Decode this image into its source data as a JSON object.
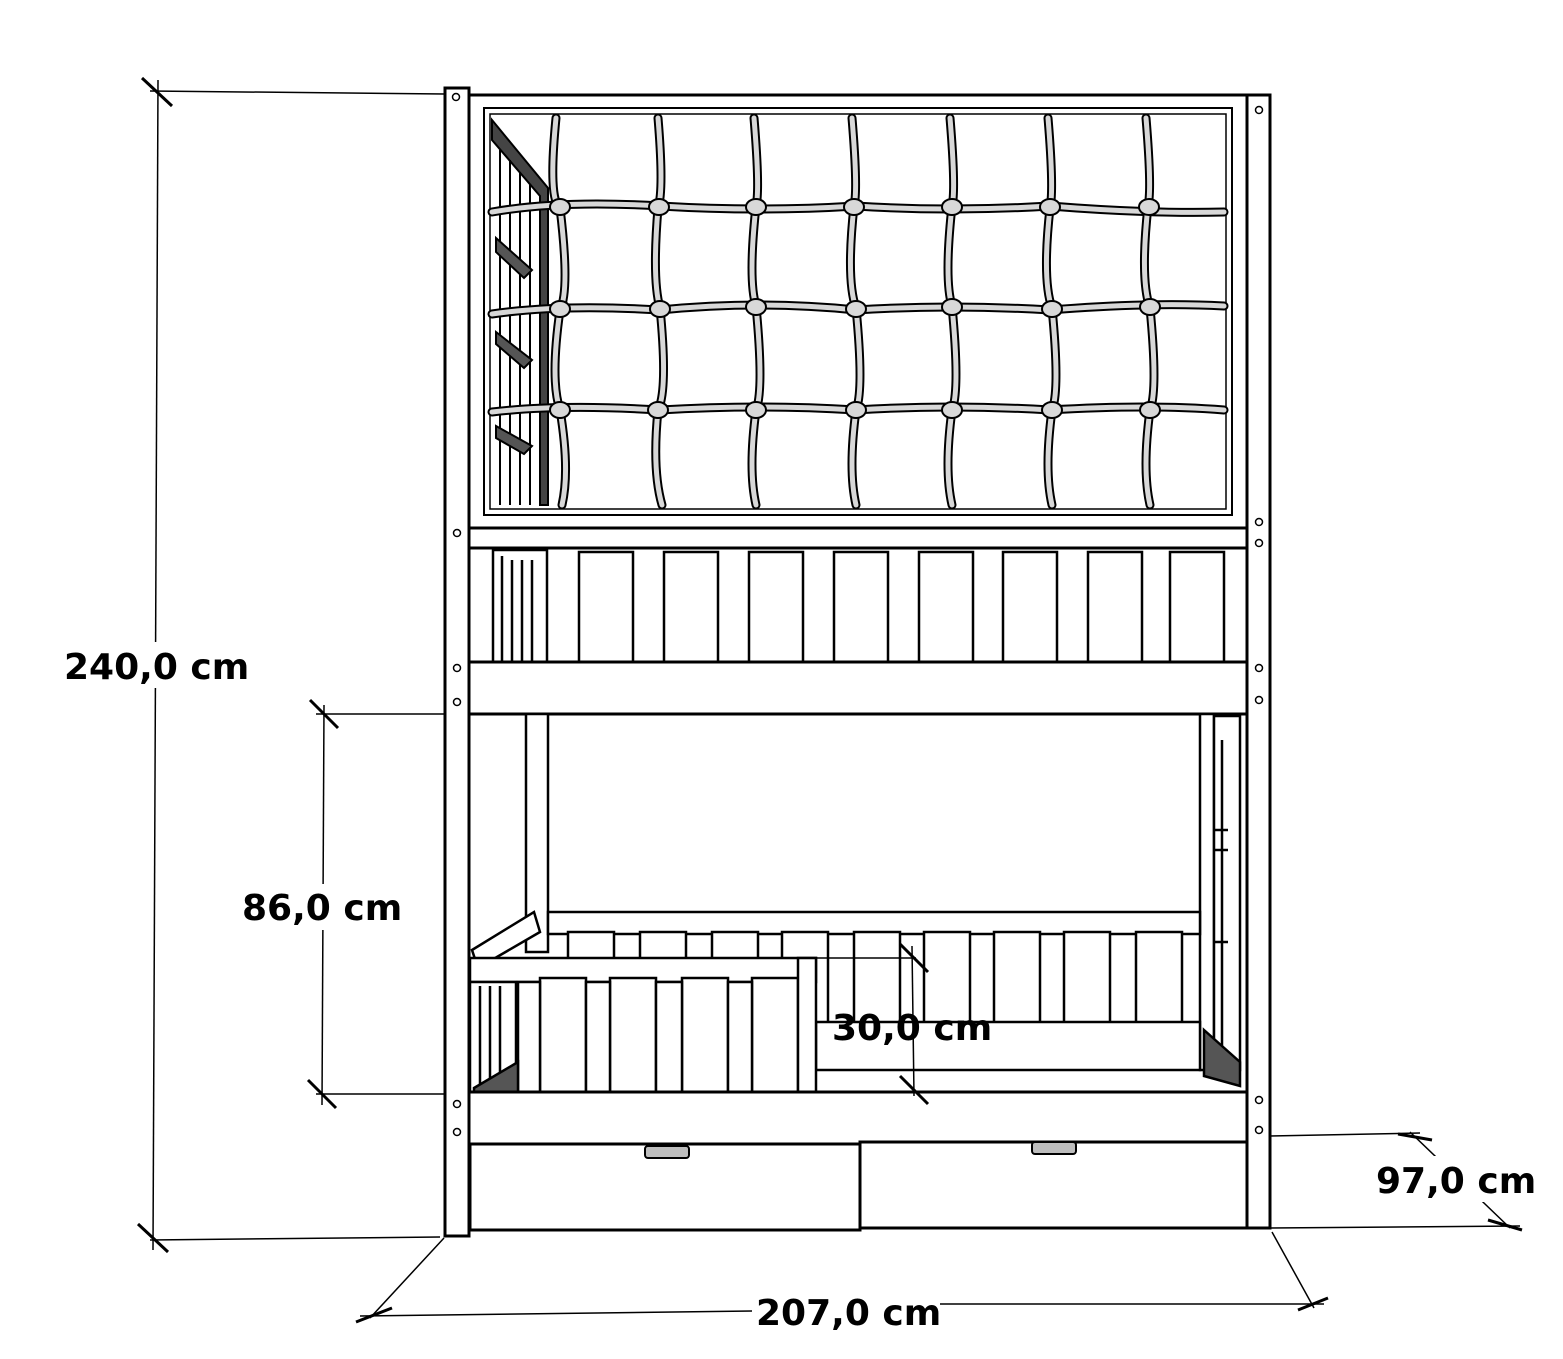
{
  "dimensions": {
    "total_height": "240,0 cm",
    "lower_bed_height": "86,0 cm",
    "guard_rail_height": "30,0 cm",
    "depth": "97,0 cm",
    "length": "207,0 cm"
  },
  "colors": {
    "line": "#000000",
    "fill": "#ffffff",
    "net": "#d8d8d8",
    "shadow": "#555555",
    "handle": "#bdbdbd"
  },
  "icons": {
    "climbing_net": "rope-net-icon",
    "ladder": "ladder-icon",
    "drawer_handle": "drawer-handle-icon"
  }
}
